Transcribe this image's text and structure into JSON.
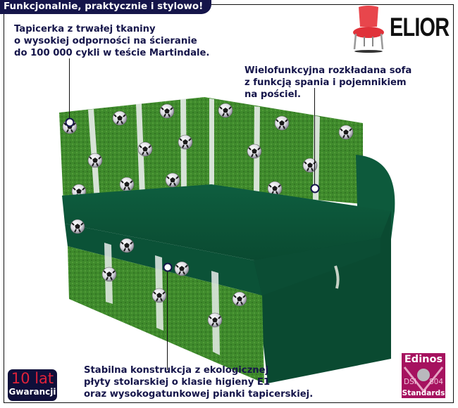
{
  "header": {
    "tagline": "Funkcjonalnie, praktycznie i stylowo!"
  },
  "brand": {
    "name": "ELIOR",
    "logo_icon": "red-chair-icon"
  },
  "callouts": [
    {
      "id": "upholstery",
      "lines": [
        "Tapicerka z trwałej tkaniny",
        "o wysokiej odporności na ścieranie",
        "do 100 000 cykli w teście Martindale."
      ]
    },
    {
      "id": "multifunction",
      "lines": [
        "Wielofunkcyjna rozkładana sofa",
        "z funkcją spania i pojemnikiem",
        "na pościel."
      ]
    },
    {
      "id": "construction",
      "lines": [
        "Stabilna konstrukcja z ekologicznej",
        "płyty stolarskiej o klasie higieny E1",
        "oraz wysokogatunkowej pianki tapicerskiej."
      ]
    }
  ],
  "badges": {
    "warranty": {
      "years": "10 lat",
      "label": "Gwarancji"
    },
    "certification": {
      "brand": "Edinos",
      "left_code": "DSI",
      "right_code": "804",
      "label": "Standards"
    }
  },
  "product": {
    "description": "green sofa bed with football pattern upholstery",
    "colors": {
      "seat": "#0d5a3c",
      "grass": "#3f8a2c",
      "frame_navy": "#15154a",
      "accent_red": "#e0223a",
      "badge_magenta": "#a6125f"
    }
  }
}
